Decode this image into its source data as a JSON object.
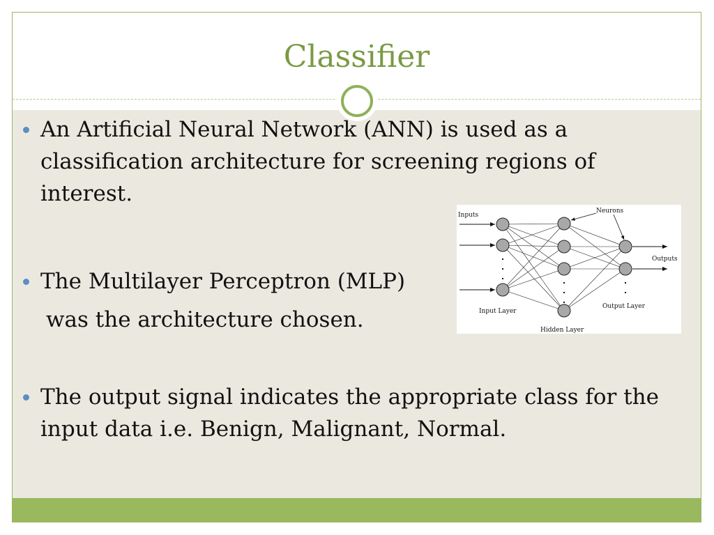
{
  "slide": {
    "title": "Classifier",
    "bullets": [
      {
        "text": "An Artificial Neural Network (ANN) is used as a classification architecture for screening regions of interest."
      },
      {
        "text": "The Multilayer Perceptron (MLP)",
        "continuation": "was the architecture chosen."
      },
      {
        "text": "The output signal indicates the appropriate class for the input data i.e. Benign, Malignant, Normal."
      }
    ]
  },
  "figure": {
    "labels": {
      "inputs": "Inputs",
      "neurons": "Neurons",
      "outputs": "Outputs",
      "input_layer": "Input Layer",
      "hidden_layer": "Hidden Layer",
      "output_layer": "Output Layer"
    }
  },
  "colors": {
    "accent": "#7a9a45",
    "content_background": "#ebe9df",
    "footer": "#9ab85e",
    "bullet": "#5b8ec4"
  }
}
